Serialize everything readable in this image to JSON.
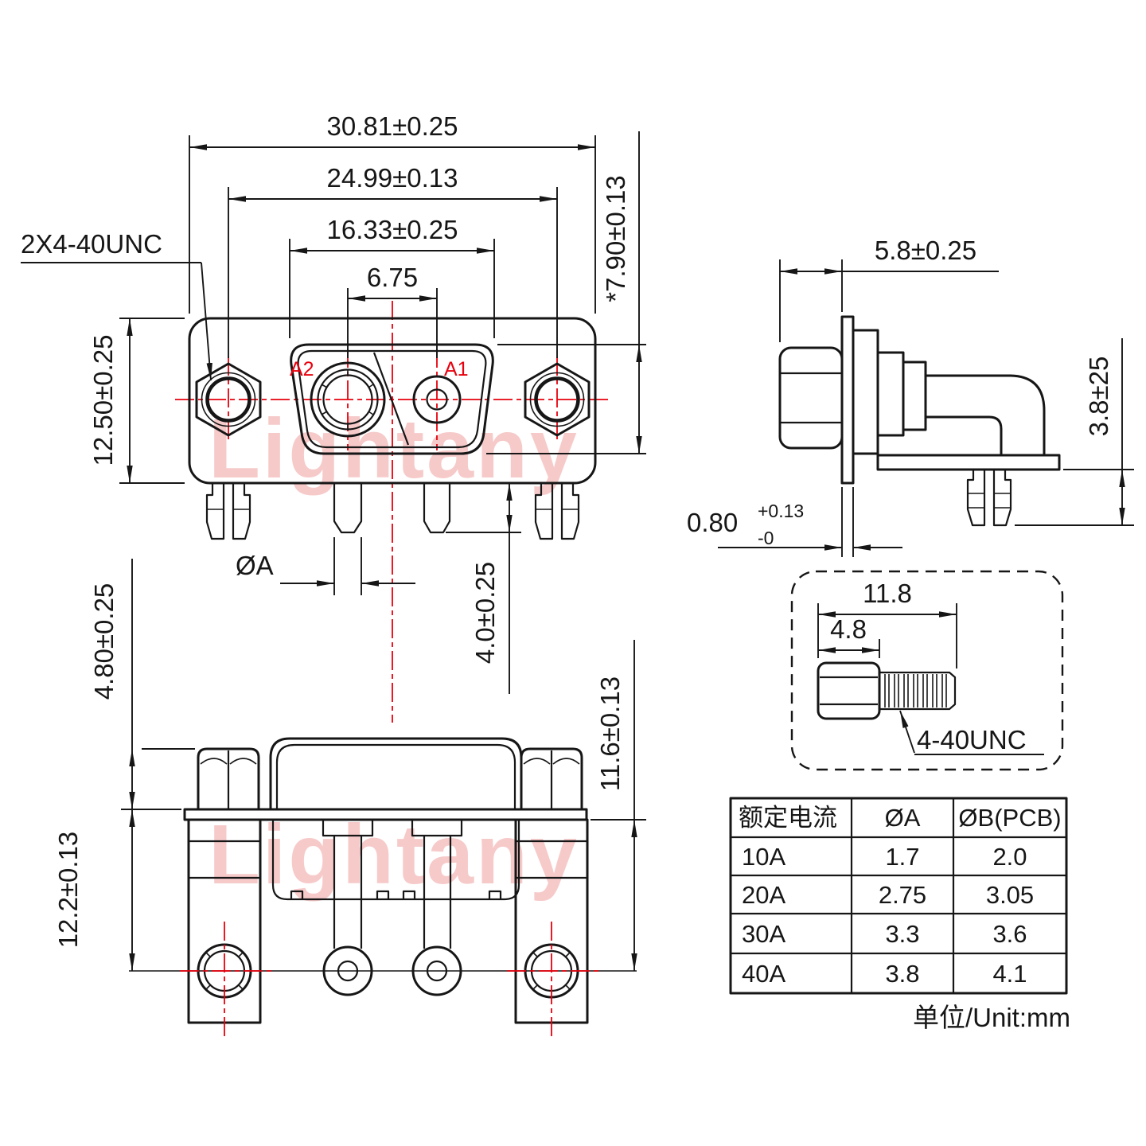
{
  "watermark": {
    "text": "Lightany"
  },
  "colors": {
    "line": "#161616",
    "accent_red": "#e8000d",
    "watermark_pink": "#f7caca"
  },
  "front_view": {
    "dim_overall_width": "30.81±0.25",
    "dim_mount_span": "24.99±0.13",
    "dim_opening_width": "16.33±0.25",
    "dim_contact_pitch": "6.75",
    "dim_opening_height": "*7.90±0.13",
    "dim_body_height": "12.50±0.25",
    "thread_callout": "2X4-40UNC",
    "pin_dia_label": "ØA",
    "dim_pin_length": "4.0±0.25",
    "contact_a1": "A1",
    "contact_a2": "A2"
  },
  "side_view": {
    "dim_depth": "5.8±0.25",
    "dim_bracket": "3.8±25",
    "dim_flange_thickness": "0.80",
    "dim_flange_tol_upper": "+0.13",
    "dim_flange_tol_lower": "-0"
  },
  "bottom_view": {
    "dim_nut_height": "4.80±0.25",
    "dim_standoff": "12.2±0.13",
    "dim_pin_depth": "11.6±0.13"
  },
  "screw_detail": {
    "dim_total_length": "11.8",
    "dim_head_length": "4.8",
    "thread_label": "4-40UNC"
  },
  "spec_table": {
    "headers": [
      "额定电流",
      "ØA",
      "ØB(PCB)"
    ],
    "rows": [
      [
        "10A",
        "1.7",
        "2.0"
      ],
      [
        "20A",
        "2.75",
        "3.05"
      ],
      [
        "30A",
        "3.3",
        "3.6"
      ],
      [
        "40A",
        "3.8",
        "4.1"
      ]
    ],
    "unit_note": "单位/Unit:mm"
  }
}
